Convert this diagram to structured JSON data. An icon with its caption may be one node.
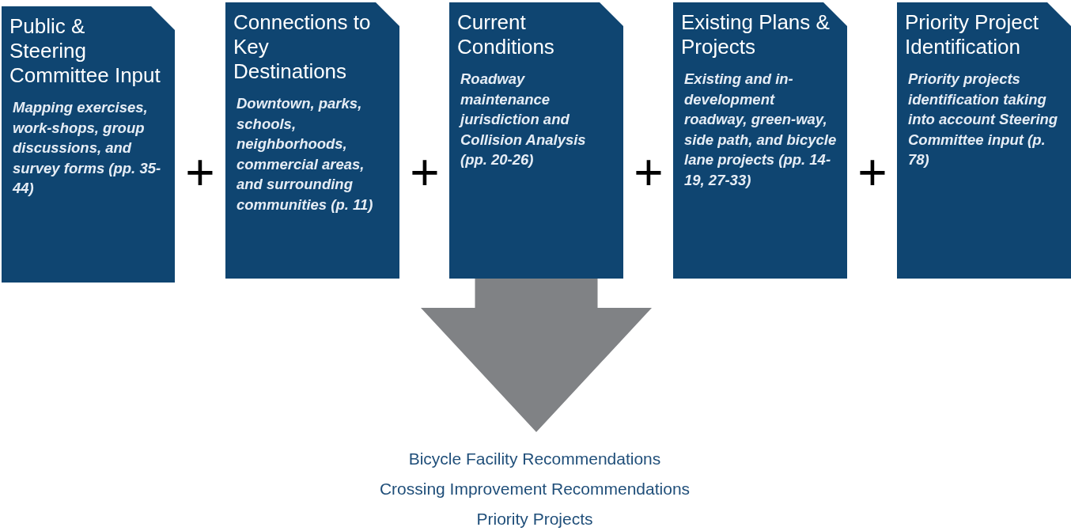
{
  "diagram": {
    "nodes": [
      {
        "text": [
          "Public & Steering Committee Input",
          "Mapping exercises, work-shops, group discussions, and survey forms (pp. 35-44)"
        ]
      },
      {
        "text": [
          "Connections to Key Destinations",
          "Downtown, parks, schools, neighborhoods, commercial areas, and surrounding communities (p. 11)"
        ]
      },
      {
        "text": [
          "Current Conditions",
          "Roadway maintenance jurisdiction and Collision Analysis (pp. 20-26)"
        ]
      },
      {
        "text": [
          "Existing Plans & Projects",
          "Existing and in-development roadway, green-way, side path, and bicycle lane projects (pp. 14-19, 27-33)"
        ]
      },
      {
        "text": [
          "Priority Project Identification",
          "Priority projects identification taking into account Steering Committee input (p. 78)"
        ]
      },
      {
        "text": [
          "Bicycle Facility Recommendations",
          "Crossing Improvement Recommendations",
          "Priority Projects"
        ]
      }
    ],
    "edges": [
      {
        "from": 2,
        "to": 5,
        "arrow": "to",
        "style": "thick",
        "color": "#808285"
      }
    ],
    "labels": [
      "+",
      "+",
      "+",
      "+"
    ]
  }
}
